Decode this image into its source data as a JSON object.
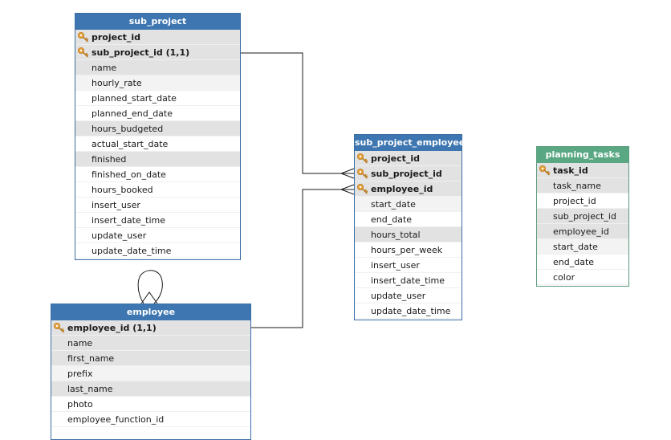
{
  "entities": {
    "sub_project": {
      "title": "sub_project",
      "fields": [
        {
          "label": "project_id",
          "key": true,
          "shade": "shade"
        },
        {
          "label": "sub_project_id (1,1)",
          "key": true,
          "shade": "shade"
        },
        {
          "label": "name",
          "key": false,
          "shade": "shade"
        },
        {
          "label": "hourly_rate",
          "key": false,
          "shade": "light"
        },
        {
          "label": "planned_start_date",
          "key": false,
          "shade": "white"
        },
        {
          "label": "planned_end_date",
          "key": false,
          "shade": "white"
        },
        {
          "label": "hours_budgeted",
          "key": false,
          "shade": "shade"
        },
        {
          "label": "actual_start_date",
          "key": false,
          "shade": "white"
        },
        {
          "label": "finished",
          "key": false,
          "shade": "shade"
        },
        {
          "label": "finished_on_date",
          "key": false,
          "shade": "white"
        },
        {
          "label": "hours_booked",
          "key": false,
          "shade": "white"
        },
        {
          "label": "insert_user",
          "key": false,
          "shade": "white"
        },
        {
          "label": "insert_date_time",
          "key": false,
          "shade": "white"
        },
        {
          "label": "update_user",
          "key": false,
          "shade": "white"
        },
        {
          "label": "update_date_time",
          "key": false,
          "shade": "white"
        }
      ]
    },
    "sub_project_employee": {
      "title": "sub_project_employee",
      "fields": [
        {
          "label": "project_id",
          "key": true,
          "shade": "shade"
        },
        {
          "label": "sub_project_id",
          "key": true,
          "shade": "shade"
        },
        {
          "label": "employee_id",
          "key": true,
          "shade": "shade"
        },
        {
          "label": "start_date",
          "key": false,
          "shade": "light"
        },
        {
          "label": "end_date",
          "key": false,
          "shade": "white"
        },
        {
          "label": "hours_total",
          "key": false,
          "shade": "shade"
        },
        {
          "label": "hours_per_week",
          "key": false,
          "shade": "white"
        },
        {
          "label": "insert_user",
          "key": false,
          "shade": "white"
        },
        {
          "label": "insert_date_time",
          "key": false,
          "shade": "white"
        },
        {
          "label": "update_user",
          "key": false,
          "shade": "white"
        },
        {
          "label": "update_date_time",
          "key": false,
          "shade": "white"
        }
      ]
    },
    "planning_tasks": {
      "title": "planning_tasks",
      "fields": [
        {
          "label": "task_id",
          "key": true,
          "shade": "shade"
        },
        {
          "label": "task_name",
          "key": false,
          "shade": "shade"
        },
        {
          "label": "project_id",
          "key": false,
          "shade": "white"
        },
        {
          "label": "sub_project_id",
          "key": false,
          "shade": "shade"
        },
        {
          "label": "employee_id",
          "key": false,
          "shade": "shade"
        },
        {
          "label": "start_date",
          "key": false,
          "shade": "light"
        },
        {
          "label": "end_date",
          "key": false,
          "shade": "white"
        },
        {
          "label": "color",
          "key": false,
          "shade": "white"
        }
      ]
    },
    "employee": {
      "title": "employee",
      "fields": [
        {
          "label": "employee_id (1,1)",
          "key": true,
          "shade": "shade"
        },
        {
          "label": "name",
          "key": false,
          "shade": "shade"
        },
        {
          "label": "first_name",
          "key": false,
          "shade": "shade"
        },
        {
          "label": "prefix",
          "key": false,
          "shade": "light"
        },
        {
          "label": "last_name",
          "key": false,
          "shade": "shade"
        },
        {
          "label": "photo",
          "key": false,
          "shade": "white"
        },
        {
          "label": "employee_function_id",
          "key": false,
          "shade": "white"
        }
      ]
    }
  },
  "colors": {
    "header_blue": "#3d76b0",
    "header_green": "#5aa883",
    "border_blue": "#3b6ea5",
    "row_shade": "#e2e2e2",
    "key_icon": "#e8a33d",
    "connector": "#1a1a1a"
  }
}
